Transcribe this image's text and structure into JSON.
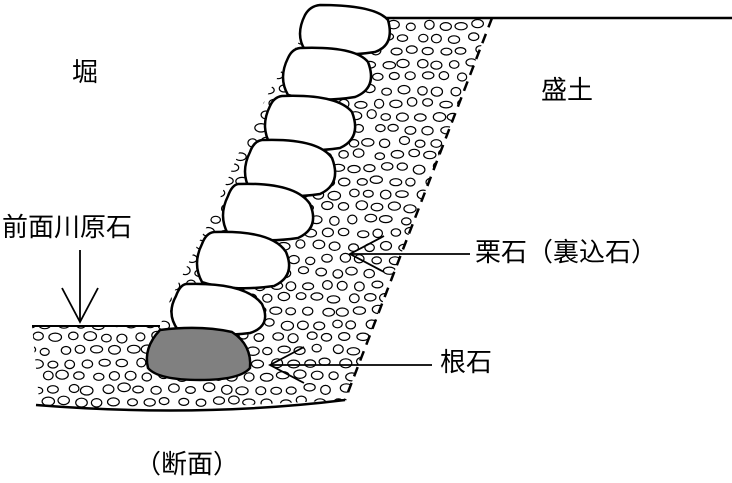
{
  "labels": {
    "moat": "堀",
    "embankment": "盛土",
    "facing_stones": "前面川原石",
    "backfill_stones": "栗石（裏込石）",
    "base_stone": "根石",
    "caption": "（断面）"
  },
  "colors": {
    "line": "#000000",
    "stone_fill": "#ffffff",
    "base_stone_fill": "#808080",
    "background": "#ffffff"
  }
}
